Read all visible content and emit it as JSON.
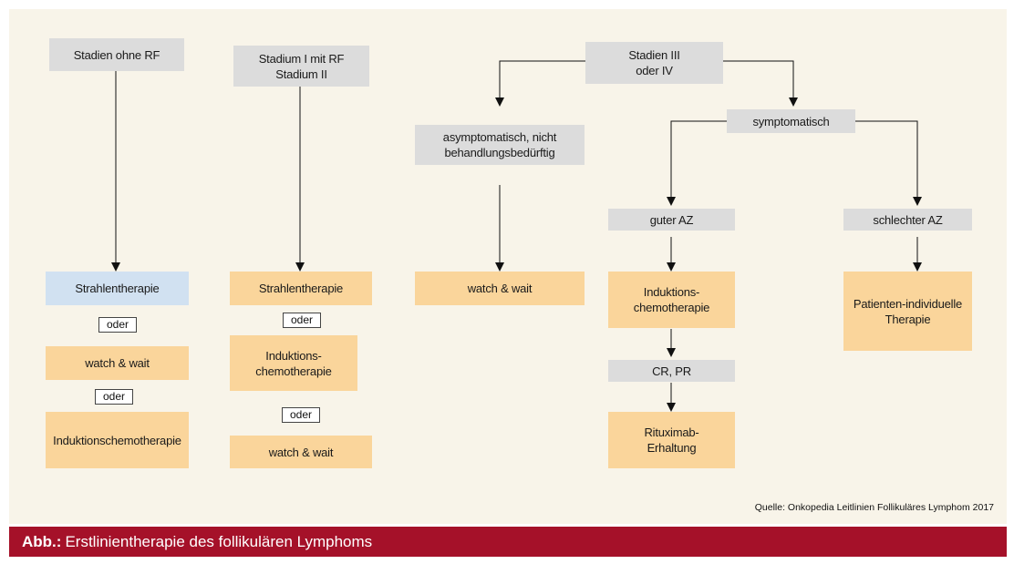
{
  "nodes": {
    "stadien_ohne_rf": "Stadien ohne RF",
    "stadium_i_rf_line1": "Stadium I mit RF",
    "stadium_i_rf_line2": "Stadium II",
    "stadien_iii_line1": "Stadien III",
    "stadien_iii_line2": "oder IV",
    "asymptomatisch_line1": "asymptomatisch, nicht",
    "asymptomatisch_line2": "behandlungsbedürftig",
    "symptomatisch": "symptomatisch",
    "guter_az": "guter AZ",
    "schlechter_az": "schlechter AZ",
    "col1_strahlentherapie": "Strahlentherapie",
    "col1_watch_wait": "watch & wait",
    "col1_induktionschemotherapie": "Induktionschemotherapie",
    "col2_strahlentherapie": "Strahlentherapie",
    "col2_induktion_line1": "Induktions-",
    "col2_induktion_line2": "chemotherapie",
    "col2_watch_wait": "watch & wait",
    "col3_watch_wait": "watch & wait",
    "guter_induktion_line1": "Induktions-",
    "guter_induktion_line2": "chemotherapie",
    "cr_pr": "CR, PR",
    "rituximab_line1": "Rituximab-",
    "rituximab_line2": "Erhaltung",
    "patienten_line1": "Patienten-individuelle",
    "patienten_line2": "Therapie"
  },
  "oder_label": "oder",
  "source": "Quelle: Onkopedia Leitlinien Follikuläres Lymphom 2017",
  "caption": {
    "prefix": "Abb.:",
    "text": "Erstlinientherapie des follikulären Lymphoms"
  },
  "colors": {
    "background": "#f8f4e9",
    "gray_box": "#dcdcdc",
    "orange_box": "#fad59b",
    "blue_box": "#d1e1f1",
    "caption_bar": "#a51129"
  }
}
